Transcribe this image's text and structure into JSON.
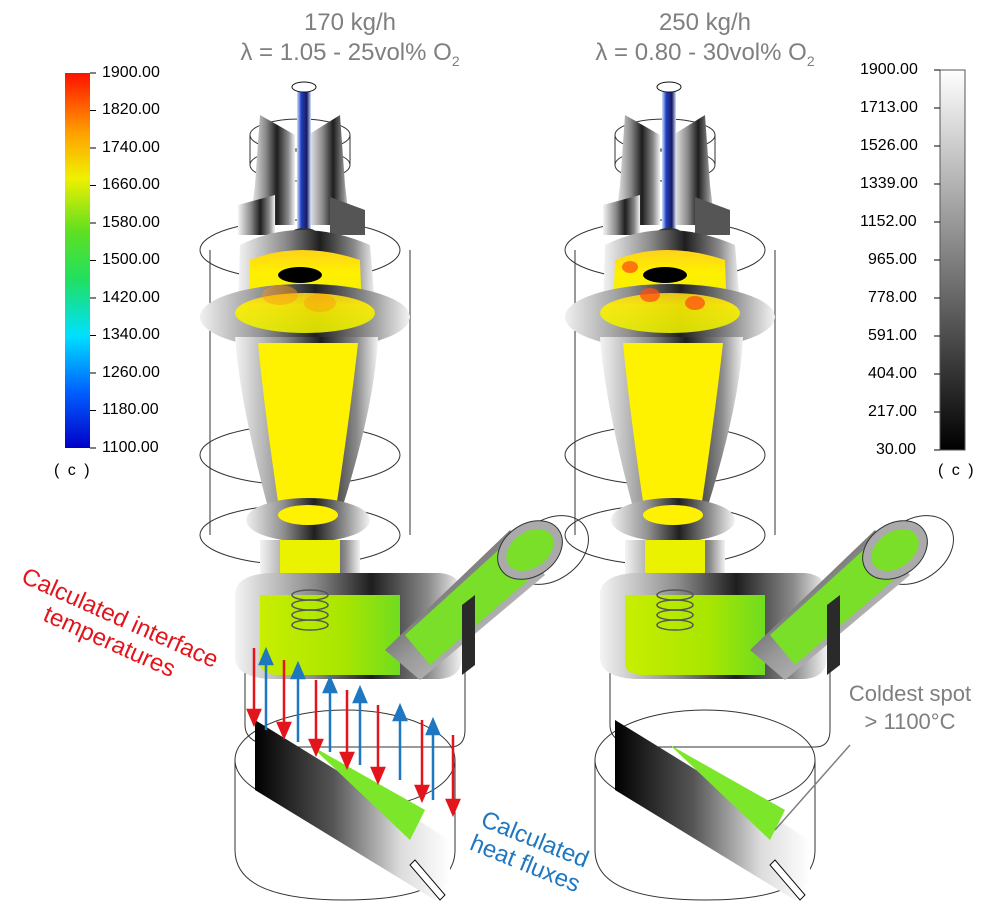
{
  "panels": [
    {
      "title_rate": "170 kg/h",
      "title_lambda": "λ = 1.05 - 25vol% O",
      "title_sub": "2"
    },
    {
      "title_rate": "250 kg/h",
      "title_lambda": "λ = 0.80 - 30vol% O",
      "title_sub": "2"
    }
  ],
  "legend_color": {
    "ticks": [
      "1900.00",
      "1820.00",
      "1740.00",
      "1660.00",
      "1580.00",
      "1500.00",
      "1420.00",
      "1340.00",
      "1260.00",
      "1180.00",
      "1100.00"
    ],
    "min": 1100,
    "max": 1900,
    "unit": "( c )"
  },
  "legend_gray": {
    "ticks": [
      "1900.00",
      "1713.00",
      "1526.00",
      "1339.00",
      "1152.00",
      "965.00",
      "778.00",
      "591.00",
      "404.00",
      "217.00",
      "30.00"
    ],
    "min": 30,
    "max": 1900,
    "unit": "( c )"
  },
  "annotations": {
    "interface_line1": "Calculated interface",
    "interface_line2": "temperatures",
    "flux_line1": "Calculated",
    "flux_line2": "heat fluxes",
    "coldest_line1": "Coldest spot",
    "coldest_line2": "> 1100°C"
  },
  "colors": {
    "title": "#7f7f7f",
    "red_arrow": "#e3141b",
    "blue_arrow": "#1f77c0",
    "annot_red": "#e3141b",
    "annot_blue": "#1f77c0",
    "annot_gray": "#7f7f7f",
    "fluid_yellow": "#ffee00",
    "fluid_green": "#66dd22"
  }
}
